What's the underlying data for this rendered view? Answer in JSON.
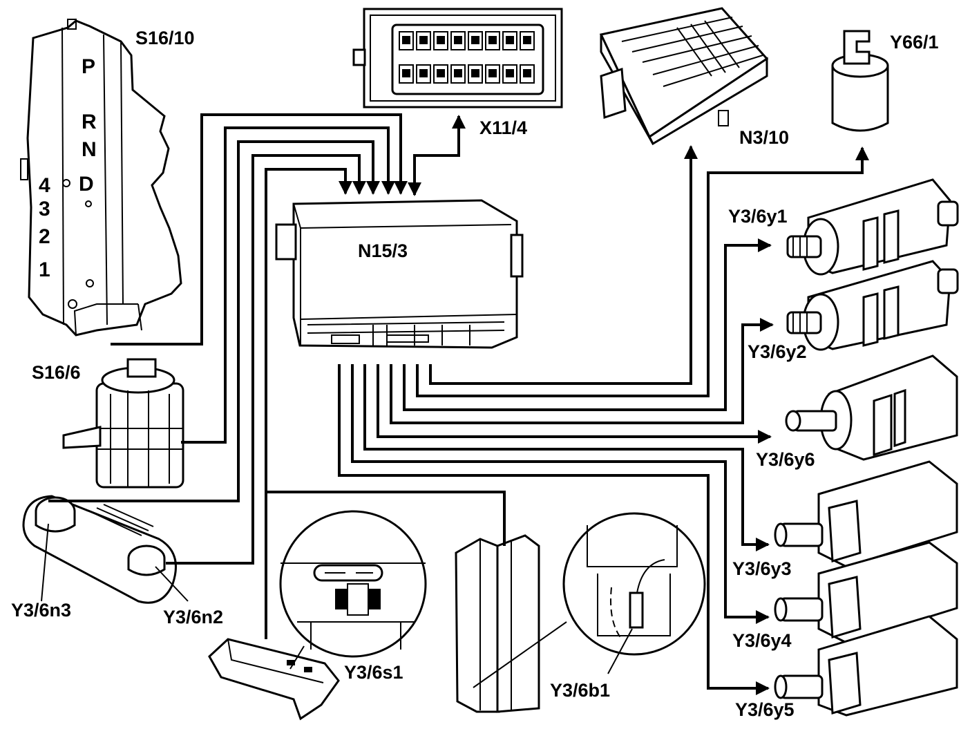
{
  "title": "",
  "components": {
    "selector_switch": "S16/10",
    "starter_lockout_switch": "S16/6",
    "connector": "X11/4",
    "control_unit_n3": "N3/10",
    "vacuum_valve": "Y66/1",
    "transmission_control_module": "N15/3",
    "solenoid_y1": "Y3/6y1",
    "solenoid_y2": "Y3/6y2",
    "solenoid_y6": "Y3/6y6",
    "solenoid_y3": "Y3/6y3",
    "solenoid_y4": "Y3/6y4",
    "solenoid_y5": "Y3/6y5",
    "speed_sensor_n3": "Y3/6n3",
    "speed_sensor_n2": "Y3/6n2",
    "reed_switch": "Y3/6s1",
    "temp_sensor": "Y3/6b1"
  },
  "selector_gates": [
    "P",
    "R",
    "N",
    "4",
    "D",
    "3",
    "2",
    "1"
  ]
}
